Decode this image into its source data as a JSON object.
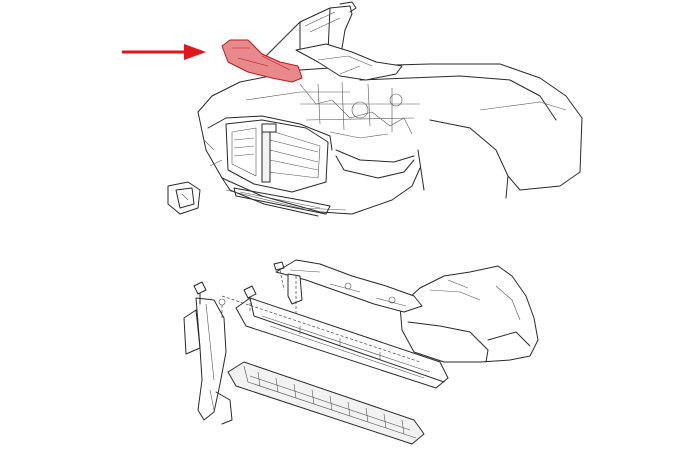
{
  "diagram": {
    "colors": {
      "background": "#ffffff",
      "linework": "#2a2a2a",
      "highlight_part": "#e8898b",
      "highlight_outline": "#c0181c",
      "arrow": "#e0161c"
    },
    "views": [
      {
        "name": "upper-view",
        "subject": "front-end-open-hood",
        "highlighted": "radiator-upper-cover"
      },
      {
        "name": "lower-view",
        "subject": "front-bumper-support-exploded"
      }
    ],
    "callout_icon": "red-arrow-icon"
  }
}
